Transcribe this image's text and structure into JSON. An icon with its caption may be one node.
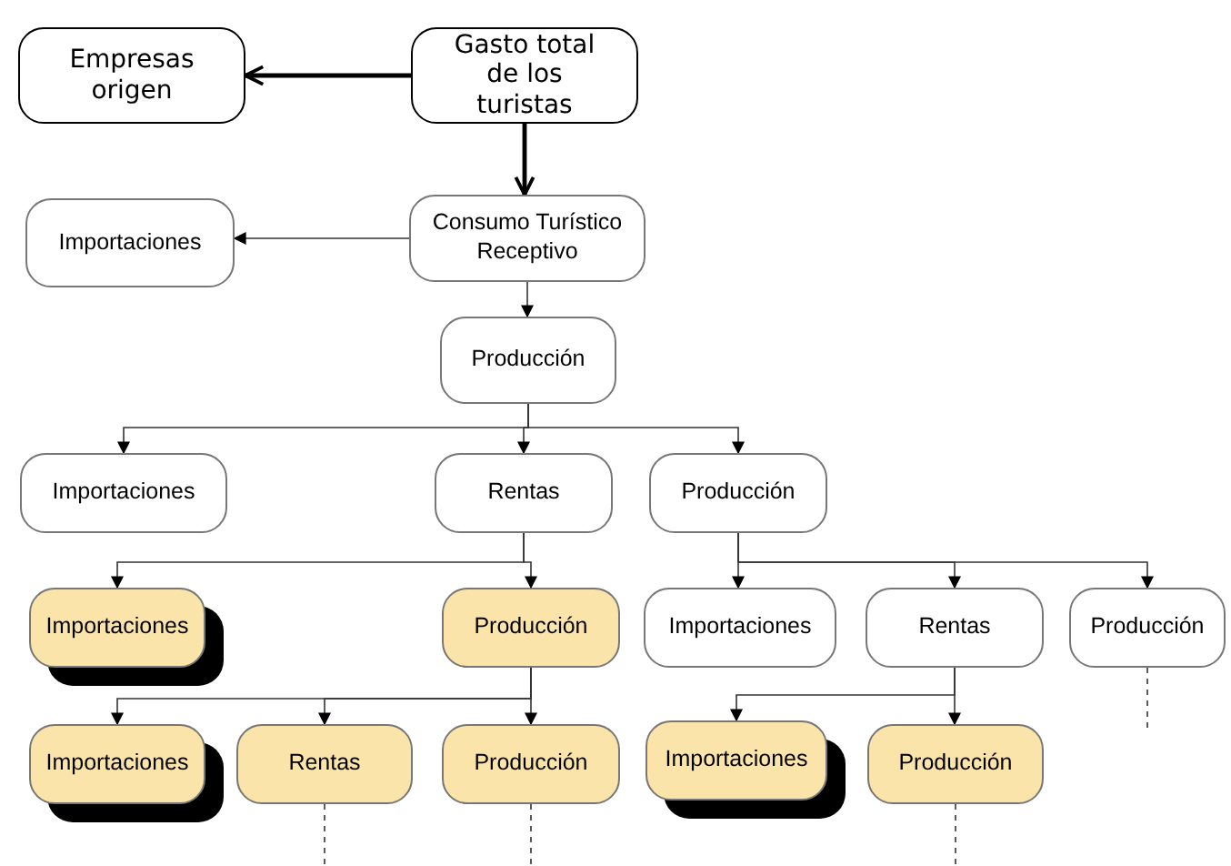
{
  "diagram": {
    "nodes": [
      {
        "text": [
          "Empresas origen"
        ]
      },
      {
        "text": [
          "Gasto total de los turistas"
        ]
      },
      {
        "text": [
          "Importaciones"
        ]
      },
      {
        "text": [
          "Consumo Turístico Receptivo"
        ]
      },
      {
        "text": [
          "Producción"
        ]
      },
      {
        "text": [
          "Importaciones"
        ]
      },
      {
        "text": [
          "Rentas"
        ]
      },
      {
        "text": [
          "Producción"
        ]
      },
      {
        "text": [
          "Importaciones"
        ]
      },
      {
        "text": [
          "Producción"
        ]
      },
      {
        "text": [
          "Importaciones"
        ]
      },
      {
        "text": [
          "Rentas"
        ]
      },
      {
        "text": [
          "Producción"
        ]
      },
      {
        "text": [
          "Importaciones"
        ]
      },
      {
        "text": [
          "Rentas"
        ]
      },
      {
        "text": [
          "Producción"
        ]
      },
      {
        "text": [
          "Importaciones"
        ]
      },
      {
        "text": [
          "Producción"
        ]
      }
    ],
    "edges": [
      {
        "from": 1,
        "to": 0,
        "arrow": "to",
        "style": "thick"
      },
      {
        "from": 1,
        "to": 3,
        "arrow": "to",
        "style": "thick"
      },
      {
        "from": 3,
        "to": 2,
        "arrow": "to"
      },
      {
        "from": 3,
        "to": 4,
        "arrow": "to"
      },
      {
        "from": 4,
        "to": 5,
        "arrow": "to"
      },
      {
        "from": 4,
        "to": 6,
        "arrow": "to"
      },
      {
        "from": 4,
        "to": 7,
        "arrow": "to"
      },
      {
        "from": 6,
        "to": 8,
        "arrow": "to"
      },
      {
        "from": 6,
        "to": 9,
        "arrow": "to"
      },
      {
        "from": 7,
        "to": 10,
        "arrow": "to"
      },
      {
        "from": 7,
        "to": 11,
        "arrow": "to"
      },
      {
        "from": 7,
        "to": 12,
        "arrow": "to"
      },
      {
        "from": 9,
        "to": 13,
        "arrow": "to"
      },
      {
        "from": 9,
        "to": 14,
        "arrow": "to"
      },
      {
        "from": 9,
        "to": 15,
        "arrow": "to"
      },
      {
        "from": 11,
        "to": 16,
        "arrow": "to"
      },
      {
        "from": 11,
        "to": 17,
        "arrow": "to"
      },
      {
        "from": 12,
        "to": null,
        "arrow": "none",
        "style": "dashed"
      },
      {
        "from": 14,
        "to": null,
        "arrow": "none",
        "style": "dashed"
      },
      {
        "from": 15,
        "to": null,
        "arrow": "none",
        "style": "dashed"
      },
      {
        "from": 17,
        "to": null,
        "arrow": "none",
        "style": "dashed"
      }
    ]
  }
}
